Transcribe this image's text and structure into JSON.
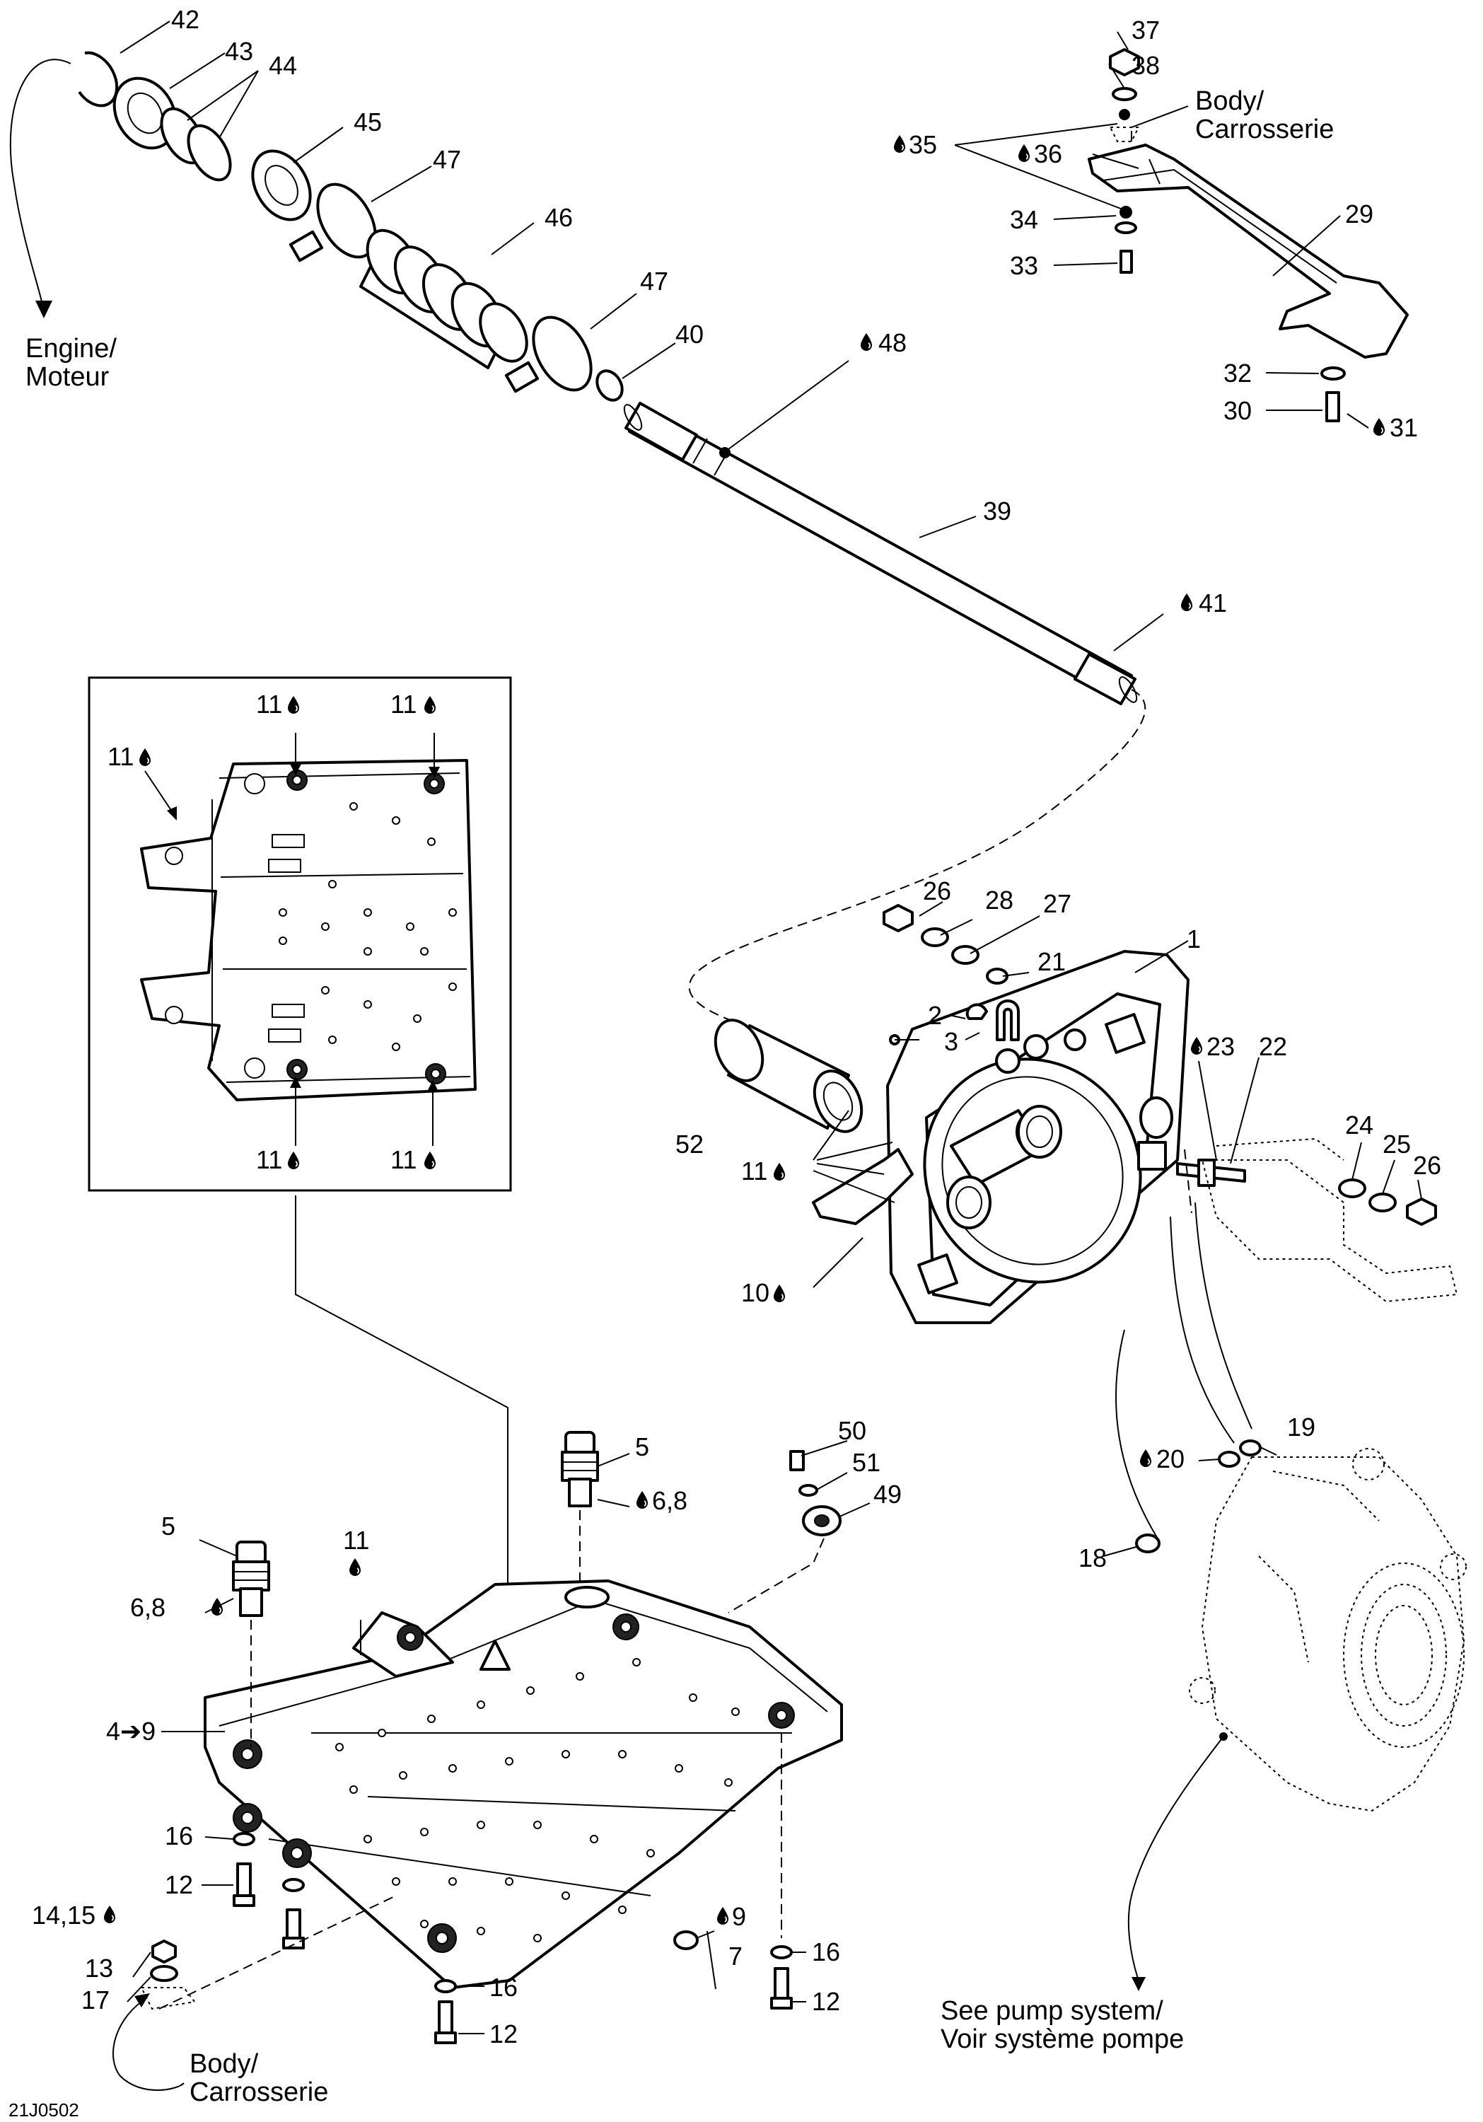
{
  "labels": {
    "n1": "1",
    "n2": "2",
    "n3": "3",
    "n4_9": "4➔9",
    "n5a": "5",
    "n5b": "5",
    "n6_8a": "6,8",
    "n6_8b": "6,8",
    "n7": "7",
    "n9": "9",
    "n10": "10",
    "n11_box_tl": "11",
    "n11_box_tr": "11",
    "n11_box_l": "11",
    "n11_box_bl": "11",
    "n11_box_br": "11",
    "n11_housing": "11",
    "n11_plate": "11",
    "n12a": "12",
    "n12b": "12",
    "n12c": "12",
    "n13": "13",
    "n14_15": "14,15",
    "n16a": "16",
    "n16b": "16",
    "n16c": "16",
    "n17": "17",
    "n18": "18",
    "n19": "19",
    "n20": "20",
    "n21": "21",
    "n22": "22",
    "n23": "23",
    "n24": "24",
    "n25": "25",
    "n26a": "26",
    "n26b": "26",
    "n27": "27",
    "n28": "28",
    "n29": "29",
    "n30": "30",
    "n31": "31",
    "n32": "32",
    "n33": "33",
    "n34": "34",
    "n35": "35",
    "n36": "36",
    "n37": "37",
    "n38": "38",
    "n39": "39",
    "n40": "40",
    "n41": "41",
    "n42": "42",
    "n43": "43",
    "n44": "44",
    "n45": "45",
    "n46": "46",
    "n47a": "47",
    "n47b": "47",
    "n48": "48",
    "n49": "49",
    "n50": "50",
    "n51": "51",
    "n52": "52"
  },
  "texts": {
    "engine_line1": "Engine/",
    "engine_line2": "Moteur",
    "body_top_line1": "Body/",
    "body_top_line2": "Carrosserie",
    "body_bottom_line1": "Body/",
    "body_bottom_line2": "Carrosserie",
    "pump_line1": "See pump system/",
    "pump_line2": "Voir système pompe",
    "figure_ref": "21J0502"
  },
  "icons": {
    "drop": "lubricant-drop-icon",
    "arrow": "arrow-right-icon"
  }
}
